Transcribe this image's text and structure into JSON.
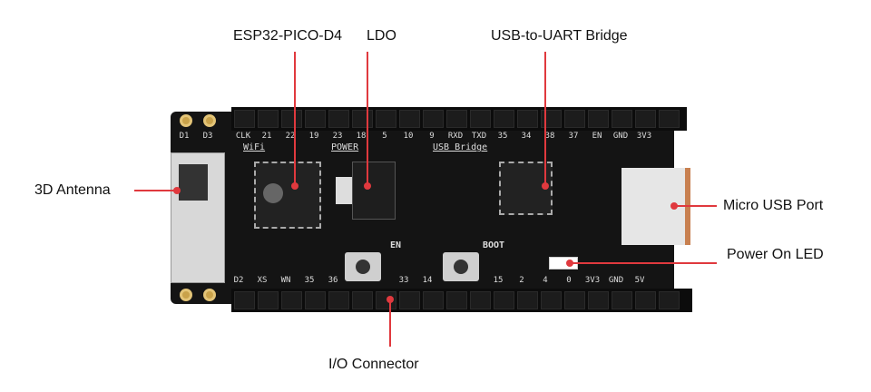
{
  "callouts": {
    "chip": "ESP32-PICO-D4",
    "ldo": "LDO",
    "bridge": "USB-to-UART Bridge",
    "antenna": "3D Antenna",
    "usb": "Micro USB Port",
    "led": "Power On LED",
    "io": "I/O Connector"
  },
  "board": {
    "top_pads": [
      "D1",
      "D3"
    ],
    "top_pins": [
      "CLK",
      "21",
      "22",
      "19",
      "23",
      "18",
      "5",
      "10",
      "9",
      "RXD",
      "TXD",
      "35",
      "34",
      "38",
      "37",
      "EN",
      "GND",
      "3V3"
    ],
    "bottom_pins": [
      "D2",
      "XS",
      "WN",
      "35",
      "36",
      "",
      "",
      "33",
      "14",
      "",
      "",
      "15",
      "2",
      "4",
      "0",
      "3V3",
      "GND",
      "5V"
    ],
    "silk": {
      "wifi": "WiFi",
      "power": "POWER",
      "usb_bridge": "USB Bridge",
      "en": "EN",
      "boot": "BOOT"
    }
  },
  "colors": {
    "accent": "#e0393e",
    "board": "#141414"
  }
}
